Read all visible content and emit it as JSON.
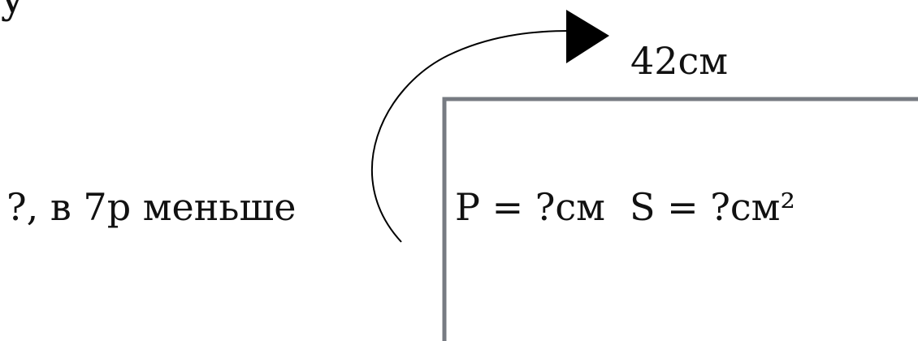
{
  "top_partial_char": "у",
  "top_side_length": "42см",
  "left_side_length": "?, в 7р меньше",
  "perimeter": "P = ?см",
  "area": "S = ?см²",
  "colors": {
    "rectangle_stroke": "#777b82",
    "arrow": "#000000",
    "text": "#111111"
  }
}
